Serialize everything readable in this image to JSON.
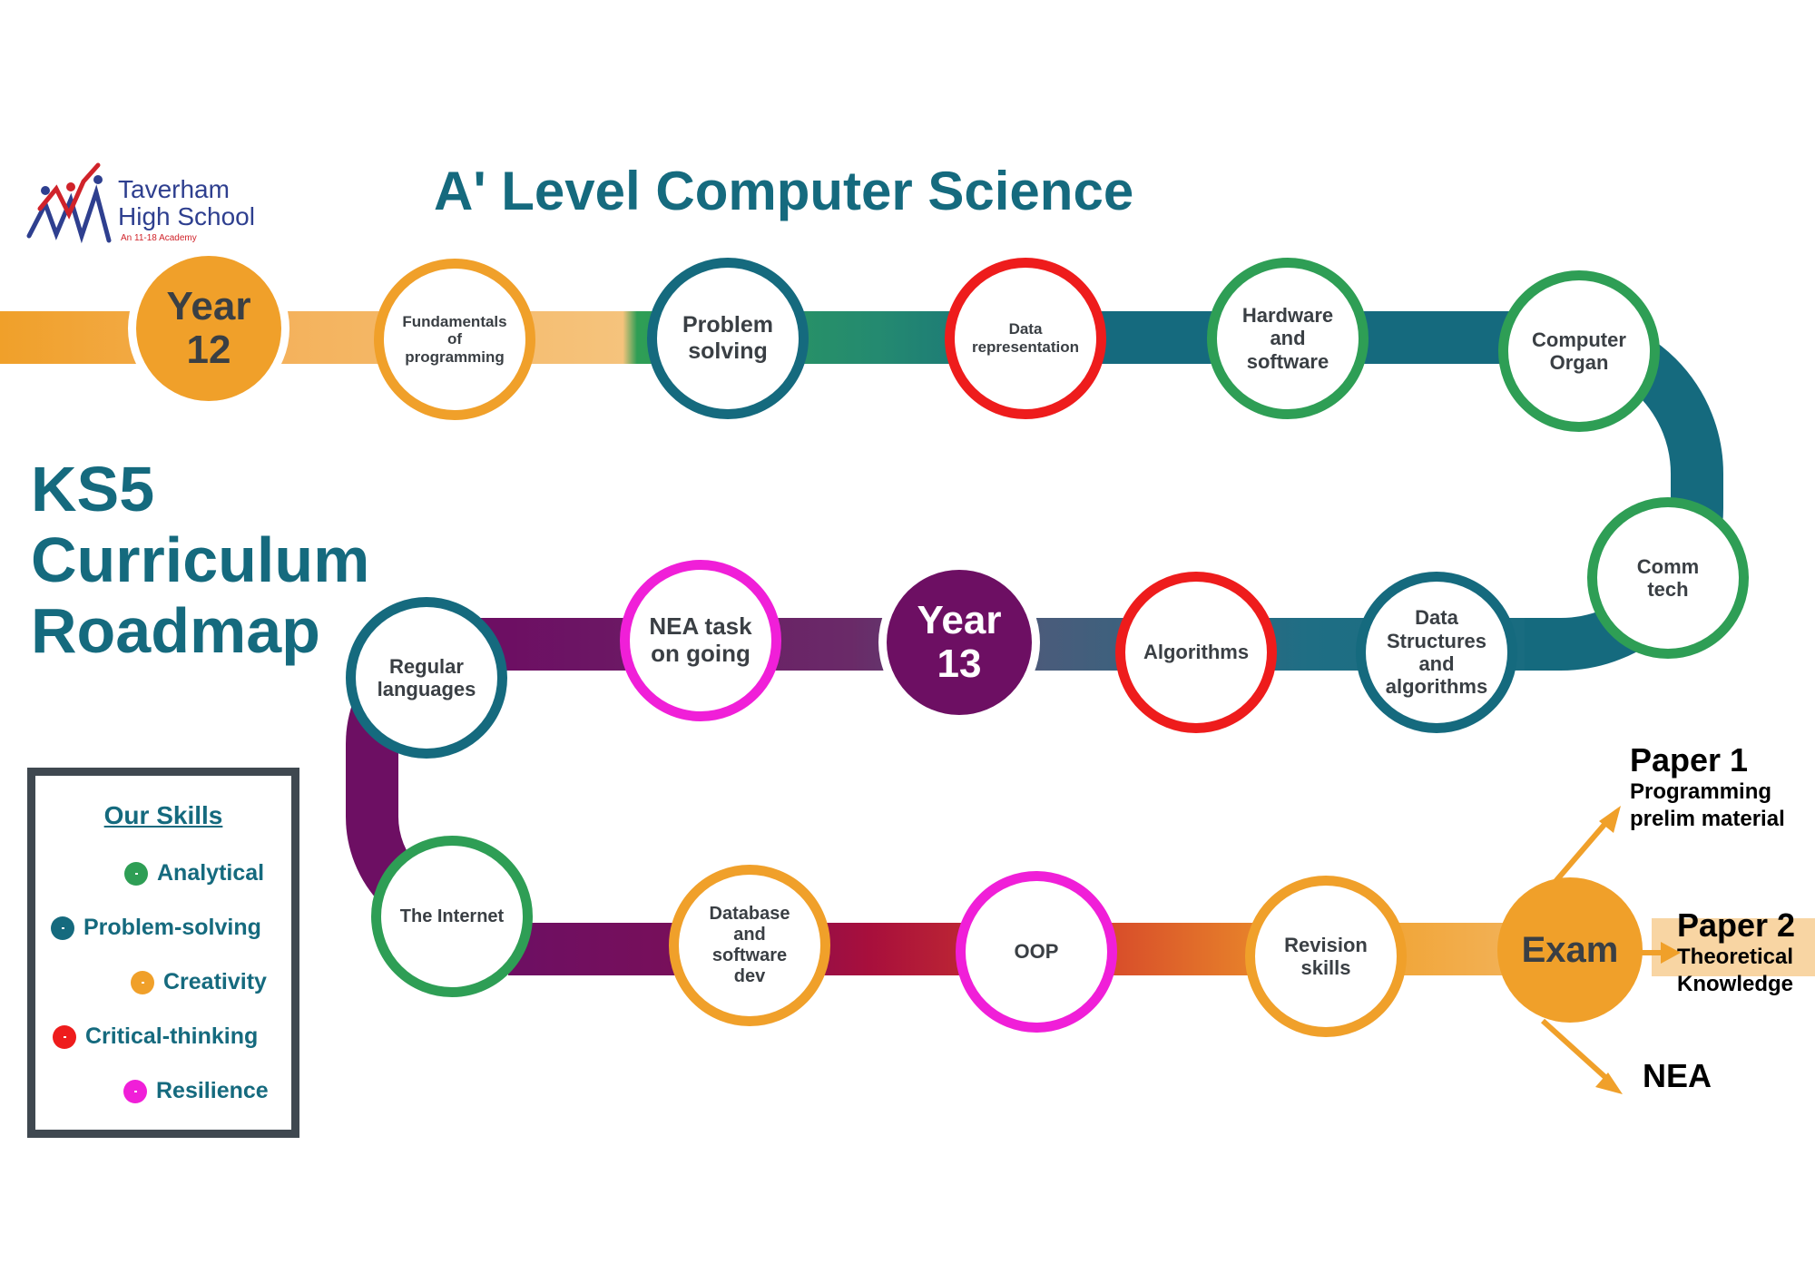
{
  "logo": {
    "school_line1": "Taverham",
    "school_line2": "High School",
    "tagline": "An 11-18 Academy"
  },
  "title": "A' Level Computer Science",
  "roadmap_title": [
    "KS5",
    "Curriculum",
    "Roadmap"
  ],
  "milestones": {
    "year12": "Year\n12",
    "year13": "Year\n13",
    "exam": "Exam"
  },
  "topics": [
    {
      "label": "Fundamentals\nof\nprogramming",
      "skill": "Creativity"
    },
    {
      "label": "Problem\nsolving",
      "skill": "Problem-solving"
    },
    {
      "label": "Data\nrepresentation",
      "skill": "Critical-thinking"
    },
    {
      "label": "Hardware\nand\nsoftware",
      "skill": "Analytical"
    },
    {
      "label": "Computer\nOrgan",
      "skill": "Analytical"
    },
    {
      "label": "Comm\ntech",
      "skill": "Analytical"
    },
    {
      "label": "Data\nStructures\nand\nalgorithms",
      "skill": "Problem-solving"
    },
    {
      "label": "Algorithms",
      "skill": "Critical-thinking"
    },
    {
      "label": "NEA task\non going",
      "skill": "Resilience"
    },
    {
      "label": "Regular\nlanguages",
      "skill": "Problem-solving"
    },
    {
      "label": "The Internet",
      "skill": "Analytical"
    },
    {
      "label": "Database\nand\nsoftware\ndev",
      "skill": "Creativity"
    },
    {
      "label": "OOP",
      "skill": "Resilience"
    },
    {
      "label": "Revision\nskills",
      "skill": "Creativity"
    }
  ],
  "legend": {
    "title": "Our Skills",
    "skills": [
      {
        "name": "Analytical",
        "color": "#2e9e55"
      },
      {
        "name": "Problem-solving",
        "color": "#156a7e"
      },
      {
        "name": "Creativity",
        "color": "#f0a02a"
      },
      {
        "name": "Critical-thinking",
        "color": "#ee1c1c"
      },
      {
        "name": "Resilience",
        "color": "#f01fd8"
      }
    ]
  },
  "outcomes": {
    "paper1_title": "Paper 1",
    "paper1_line1": "Programming",
    "paper1_line2": "prelim material",
    "paper2_title": "Paper 2",
    "paper2_line1": "Theoretical",
    "paper2_line2": "Knowledge",
    "nea": "NEA"
  },
  "colors": {
    "orange": "#f0a02a",
    "teal": "#156a7e",
    "green": "#2e9e55",
    "red": "#ee1c1c",
    "magenta": "#f01fd8",
    "purple": "#6d0f63"
  }
}
